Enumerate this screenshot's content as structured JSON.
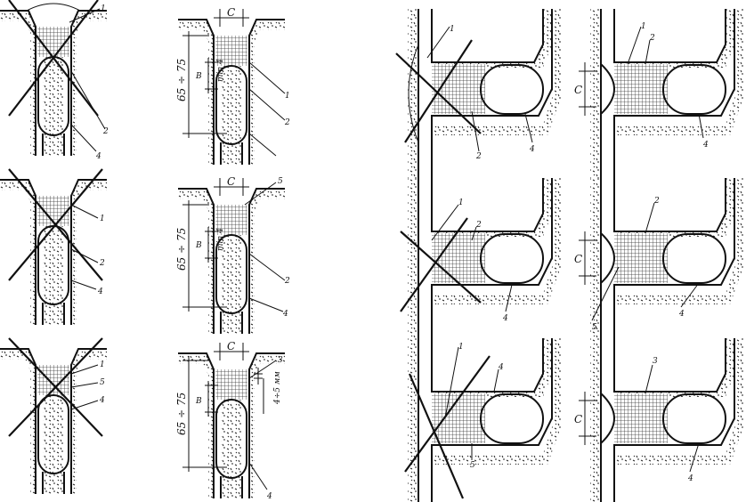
{
  "labels": {
    "n1": "1",
    "n2": "2",
    "n3": "3",
    "n4": "4",
    "n5": "5",
    "width_c": "C",
    "depth_b": "B",
    "depth_range": "65 ÷ 75",
    "min_depth": "min 4",
    "gap": "4÷5 мм"
  },
  "colors": {
    "ink": "#111111",
    "paper": "#ffffff"
  }
}
